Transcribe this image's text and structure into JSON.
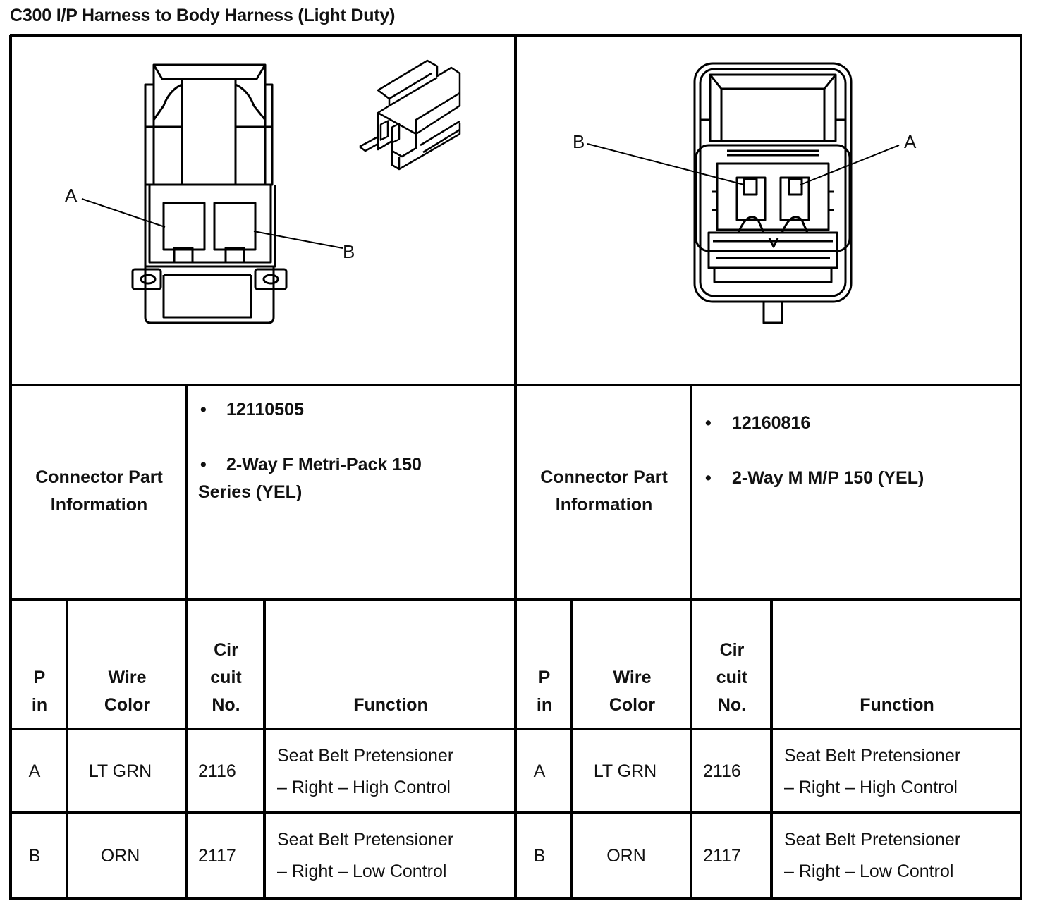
{
  "title": "C300 I/P Harness to Body Harness (Light Duty)",
  "left_connector": {
    "label_a": "A",
    "label_b": "B",
    "info_label_line1": "Connector Part",
    "info_label_line2": "Information",
    "bullet": "•",
    "part_number": "12110505",
    "description_line1": "2-Way F Metri-Pack 150",
    "description_line2": "Series (YEL)"
  },
  "right_connector": {
    "label_a": "A",
    "label_b": "B",
    "info_label_line1": "Connector Part",
    "info_label_line2": "Information",
    "bullet": "•",
    "part_number": "12160816",
    "description": "2-Way M M/P 150 (YEL)"
  },
  "table_headers": {
    "pin_line1": "P",
    "pin_line2": "in",
    "wire_line1": "Wire",
    "wire_line2": "Color",
    "circuit_line1": "Cir",
    "circuit_line2": "cuit",
    "circuit_line3": "No.",
    "function": "Function"
  },
  "rows": [
    {
      "pin": "A",
      "wire": "LT GRN",
      "circuit": "2116",
      "function_line1": "Seat Belt Pretensioner",
      "function_line2": "– Right – High Control"
    },
    {
      "pin": "B",
      "wire": "ORN",
      "circuit": "2117",
      "function_line1": "Seat Belt Pretensioner",
      "function_line2": "– Right – Low Control"
    }
  ]
}
